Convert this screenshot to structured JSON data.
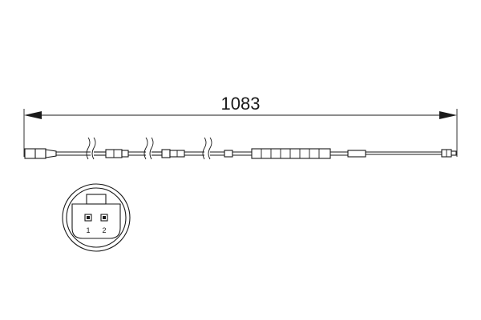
{
  "dimension": {
    "length_label": "1083"
  },
  "connector_pins": {
    "pin1": "1",
    "pin2": "2"
  },
  "colors": {
    "line": "#1a1a1a",
    "background": "#ffffff"
  }
}
